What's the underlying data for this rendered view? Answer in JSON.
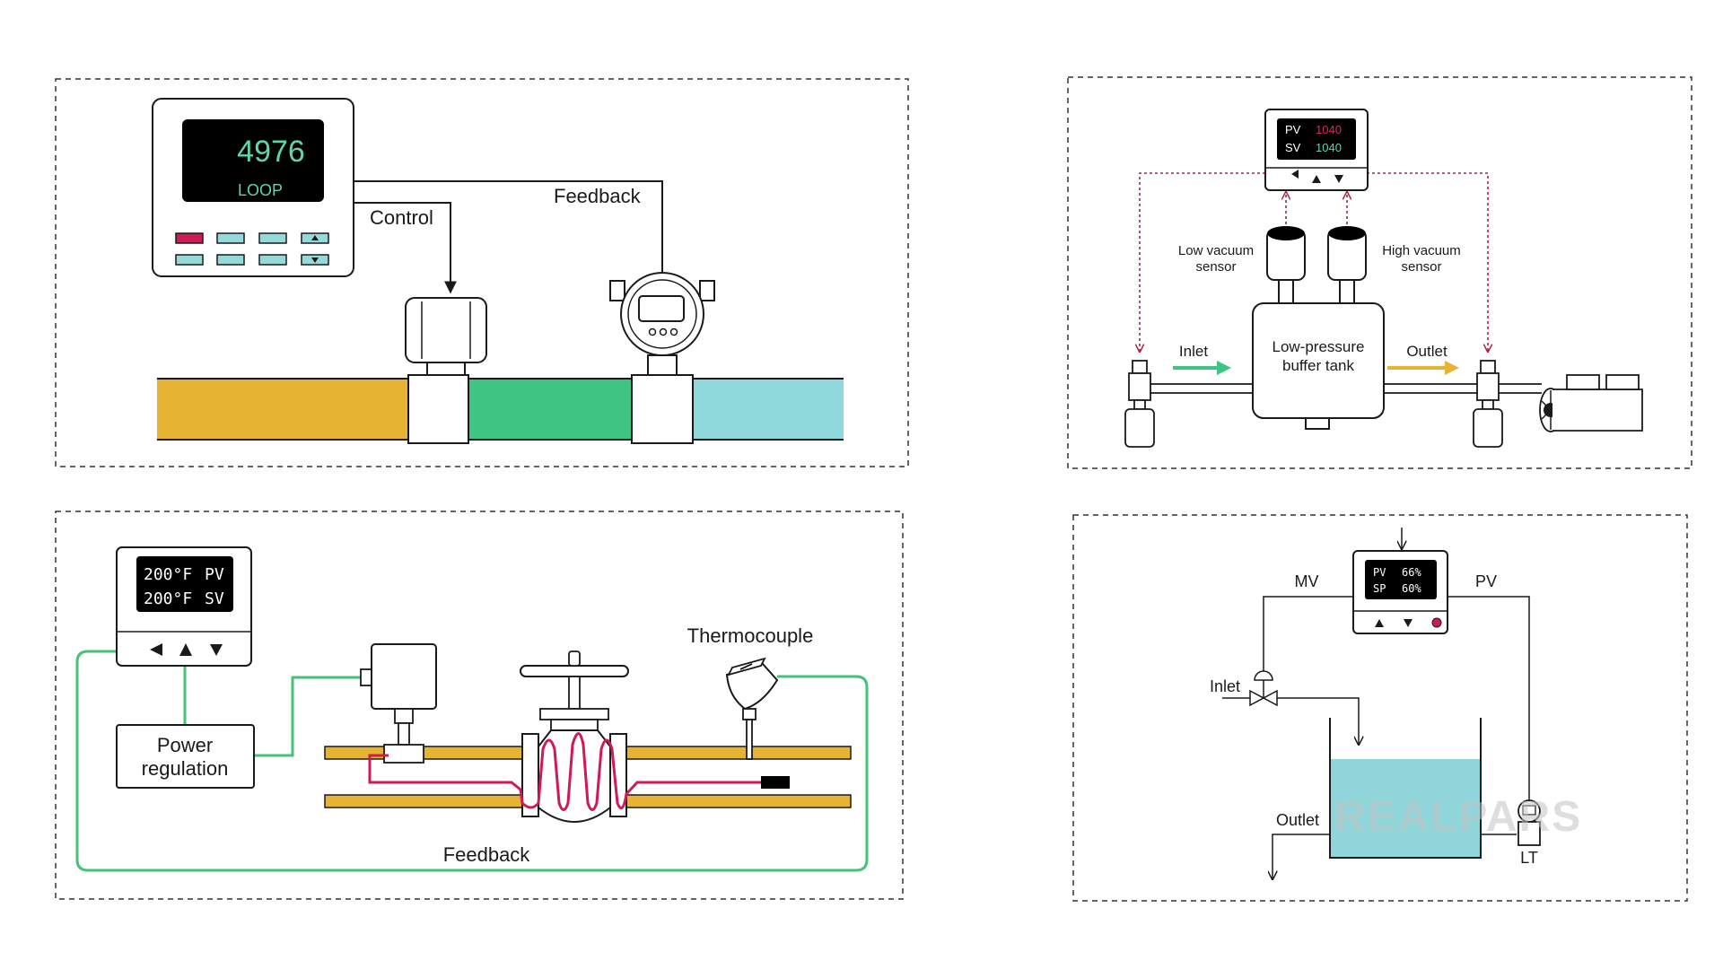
{
  "colors": {
    "orange": "#e6b432",
    "green": "#3ec483",
    "cyan": "#8fd9dc",
    "magenta": "#cf1a55",
    "teal_button": "#93dadb",
    "wire_green": "#45c17a",
    "display_green": "#5fd6a6",
    "display_red": "#e0245e",
    "arrow_yellow": "#e6b432",
    "tank_water": "#8fd5d9"
  },
  "panel_flow": {
    "display_value": "4976",
    "display_mode": "LOOP",
    "control_label": "Control",
    "feedback_label": "Feedback"
  },
  "panel_vacuum": {
    "pv_label": "PV",
    "pv_value": "1040",
    "sv_label": "SV",
    "sv_value": "1040",
    "low_sensor_line1": "Low vacuum",
    "low_sensor_line2": "sensor",
    "high_sensor_line1": "High vacuum",
    "high_sensor_line2": "sensor",
    "tank_line1": "Low-pressure",
    "tank_line2": "buffer tank",
    "inlet_label": "Inlet",
    "outlet_label": "Outlet"
  },
  "panel_temperature": {
    "pv_reading": "200°F",
    "pv_label": "PV",
    "sv_reading": "200°F",
    "sv_label": "SV",
    "power_line1": "Power",
    "power_line2": "regulation",
    "thermocouple_label": "Thermocouple",
    "feedback_label": "Feedback"
  },
  "panel_level": {
    "pv_label": "PV",
    "pv_value": "66%",
    "sp_label": "SP",
    "sp_value": "60%",
    "mv_label": "MV",
    "pv_wire_label": "PV",
    "inlet_label": "Inlet",
    "outlet_label": "Outlet",
    "lt_label": "LT"
  },
  "watermark": "REALPARS"
}
